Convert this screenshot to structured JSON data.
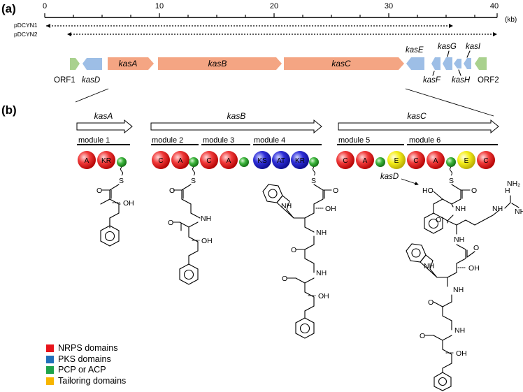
{
  "panels": {
    "a": "(a)",
    "b": "(b)"
  },
  "scale": {
    "ticks": [
      "0",
      "10",
      "20",
      "30",
      "40"
    ],
    "unit": "(kb)"
  },
  "cosmids": [
    {
      "name": "pDCYN1"
    },
    {
      "name": "pDCYN2"
    }
  ],
  "genes": {
    "orf1": "ORF1",
    "kasD": "kasD",
    "kasA": "kasA",
    "kasB": "kasB",
    "kasC": "kasC",
    "kasE": "kasE",
    "kasF": "kasF",
    "kasG": "kasG",
    "kasH": "kasH",
    "kasI": "kasI",
    "orf2": "ORF2"
  },
  "modules": [
    "module 1",
    "module 2",
    "module 3",
    "module 4",
    "module 5",
    "module 6"
  ],
  "domains": {
    "m1": [
      "A",
      "KR"
    ],
    "m2": [
      "C",
      "A"
    ],
    "m3": [
      "C",
      "A"
    ],
    "m4": [
      "KS",
      "AT",
      "KR"
    ],
    "m5": [
      "C",
      "A",
      "E"
    ],
    "m6": [
      "C",
      "A",
      "E",
      "C"
    ]
  },
  "kasD_annotation": "kasD",
  "atoms": {
    "S": "S",
    "OH": "OH",
    "NH": "NH",
    "O": "O",
    "HO": "HO",
    "NH2": "NH₂",
    "H": "H",
    "N": "N"
  },
  "legend": [
    {
      "label": "NRPS domains",
      "color": "#e8141b"
    },
    {
      "label": "PKS domains",
      "color": "#1f6fba"
    },
    {
      "label": "PCP or ACP",
      "color": "#1ea34a"
    },
    {
      "label": "Tailoring domains",
      "color": "#f7b500"
    }
  ],
  "colors": {
    "nrps_gene": "#f4a583",
    "other_gene": "#9dbee6",
    "border_gene": "#a9d18e"
  }
}
